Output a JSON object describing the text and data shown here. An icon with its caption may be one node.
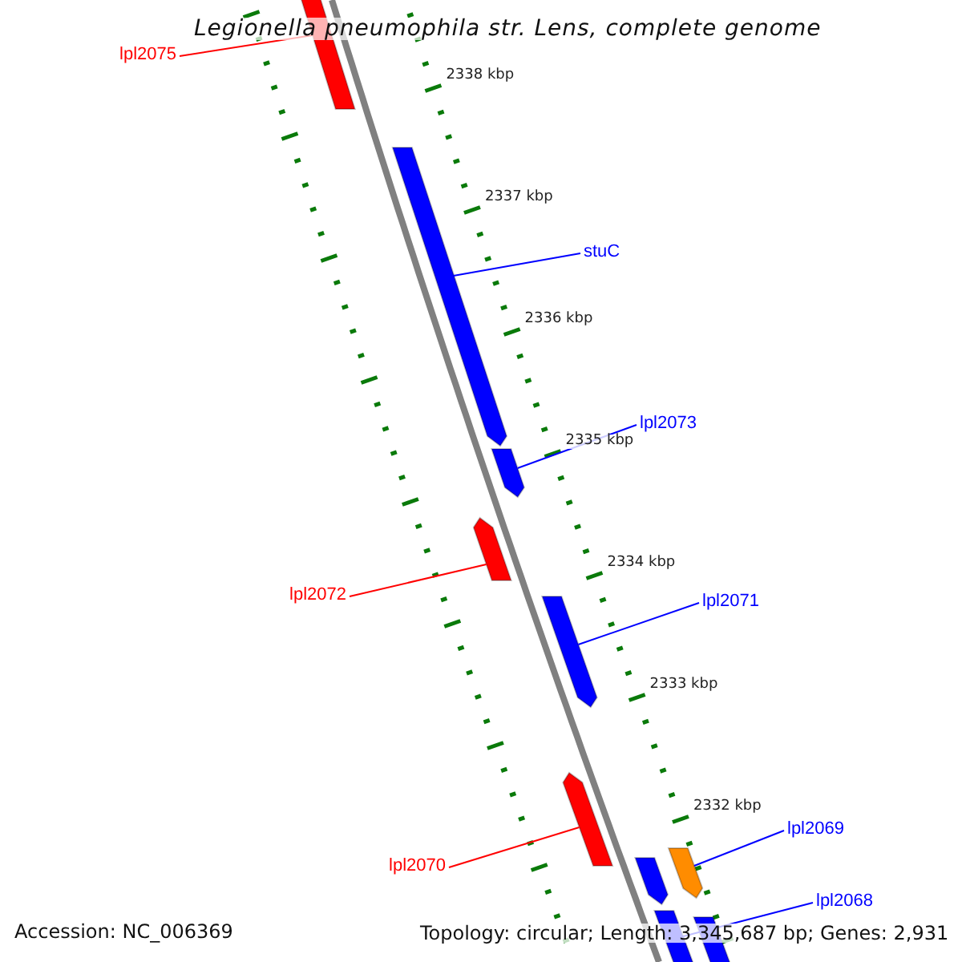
{
  "diagram": {
    "title": "Legionella pneumophila str. Lens, complete genome",
    "nodes": [
      {
        "text": [
          "lpl2075"
        ]
      },
      {
        "text": [],
        "shape": "bar"
      },
      {
        "text": [
          "stuC"
        ]
      },
      {
        "text": [],
        "shape": "bar"
      },
      {
        "text": [
          "lpl2073"
        ]
      },
      {
        "text": [],
        "shape": "bar"
      },
      {
        "text": [
          "lpl2072"
        ]
      },
      {
        "text": [],
        "shape": "bar"
      },
      {
        "text": [
          "lpl2071"
        ]
      },
      {
        "text": [],
        "shape": "bar"
      },
      {
        "text": [
          "lpl2070"
        ]
      },
      {
        "text": [],
        "shape": "bar"
      },
      {
        "text": [],
        "shape": "bar"
      },
      {
        "text": [
          "lpl2069"
        ]
      },
      {
        "text": [],
        "shape": "bar"
      },
      {
        "text": [
          "lpl2068"
        ]
      },
      {
        "text": [],
        "shape": "bar"
      },
      {
        "text": [],
        "shape": "bar"
      }
    ],
    "edges": [
      {
        "from": 0,
        "to": 1,
        "arrow": "none",
        "color": "#ff0000"
      },
      {
        "from": 2,
        "to": 3,
        "arrow": "none"
      },
      {
        "from": 4,
        "to": 5,
        "arrow": "none"
      },
      {
        "from": 6,
        "to": 7,
        "arrow": "none",
        "color": "#ff0000"
      },
      {
        "from": 8,
        "to": 9,
        "arrow": "none"
      },
      {
        "from": 10,
        "to": 11,
        "arrow": "none",
        "color": "#ff0000"
      },
      {
        "from": 13,
        "to": 14,
        "arrow": "none"
      },
      {
        "from": 15,
        "to": 16,
        "arrow": "none"
      }
    ],
    "labels": [
      "2338 kbp",
      "2337 kbp",
      "2336 kbp",
      "2335 kbp",
      "2334 kbp",
      "2333 kbp",
      "2332 kbp",
      "Accession: NC_006369",
      "Topology: circular; Length: 3,345,687 bp; Genes: 2,931"
    ]
  }
}
